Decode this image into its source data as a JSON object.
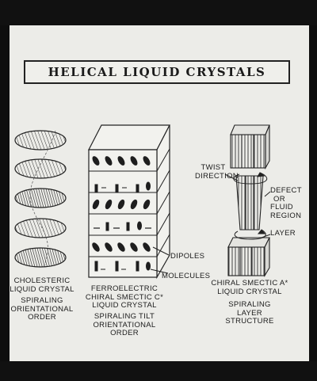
{
  "title": "HELICAL LIQUID CRYSTALS",
  "cholesteric": {
    "name_line1": "CHOLESTERIC",
    "name_line2": "LIQUID CRYSTAL",
    "desc_line1": "SPIRALING",
    "desc_line2": "ORIENTATIONAL",
    "desc_line3": "ORDER"
  },
  "smectic_c": {
    "name_line1": "FERROELECTRIC",
    "name_line2": "CHIRAL SMECTIC C*",
    "name_line3": "LIQUID CRYSTAL",
    "desc_line1": "SPIRALING TILT",
    "desc_line2": "ORIENTATIONAL",
    "desc_line3": "ORDER",
    "callout_dipoles": "DIPOLES",
    "callout_molecules": "MOLECULES"
  },
  "smectic_a": {
    "name_line1": "CHIRAL SMECTIC A*",
    "name_line2": "LIQUID CRYSTAL",
    "desc_line1": "SPIRALING",
    "desc_line2": "LAYER",
    "desc_line3": "STRUCTURE",
    "callout_twist_line1": "TWIST",
    "callout_twist_line2": "DIRECTION",
    "callout_defect_line1": "DEFECT",
    "callout_defect_line2": "OR",
    "callout_defect_line3": "FLUID",
    "callout_defect_line4": "REGION",
    "callout_layer": "LAYER"
  }
}
